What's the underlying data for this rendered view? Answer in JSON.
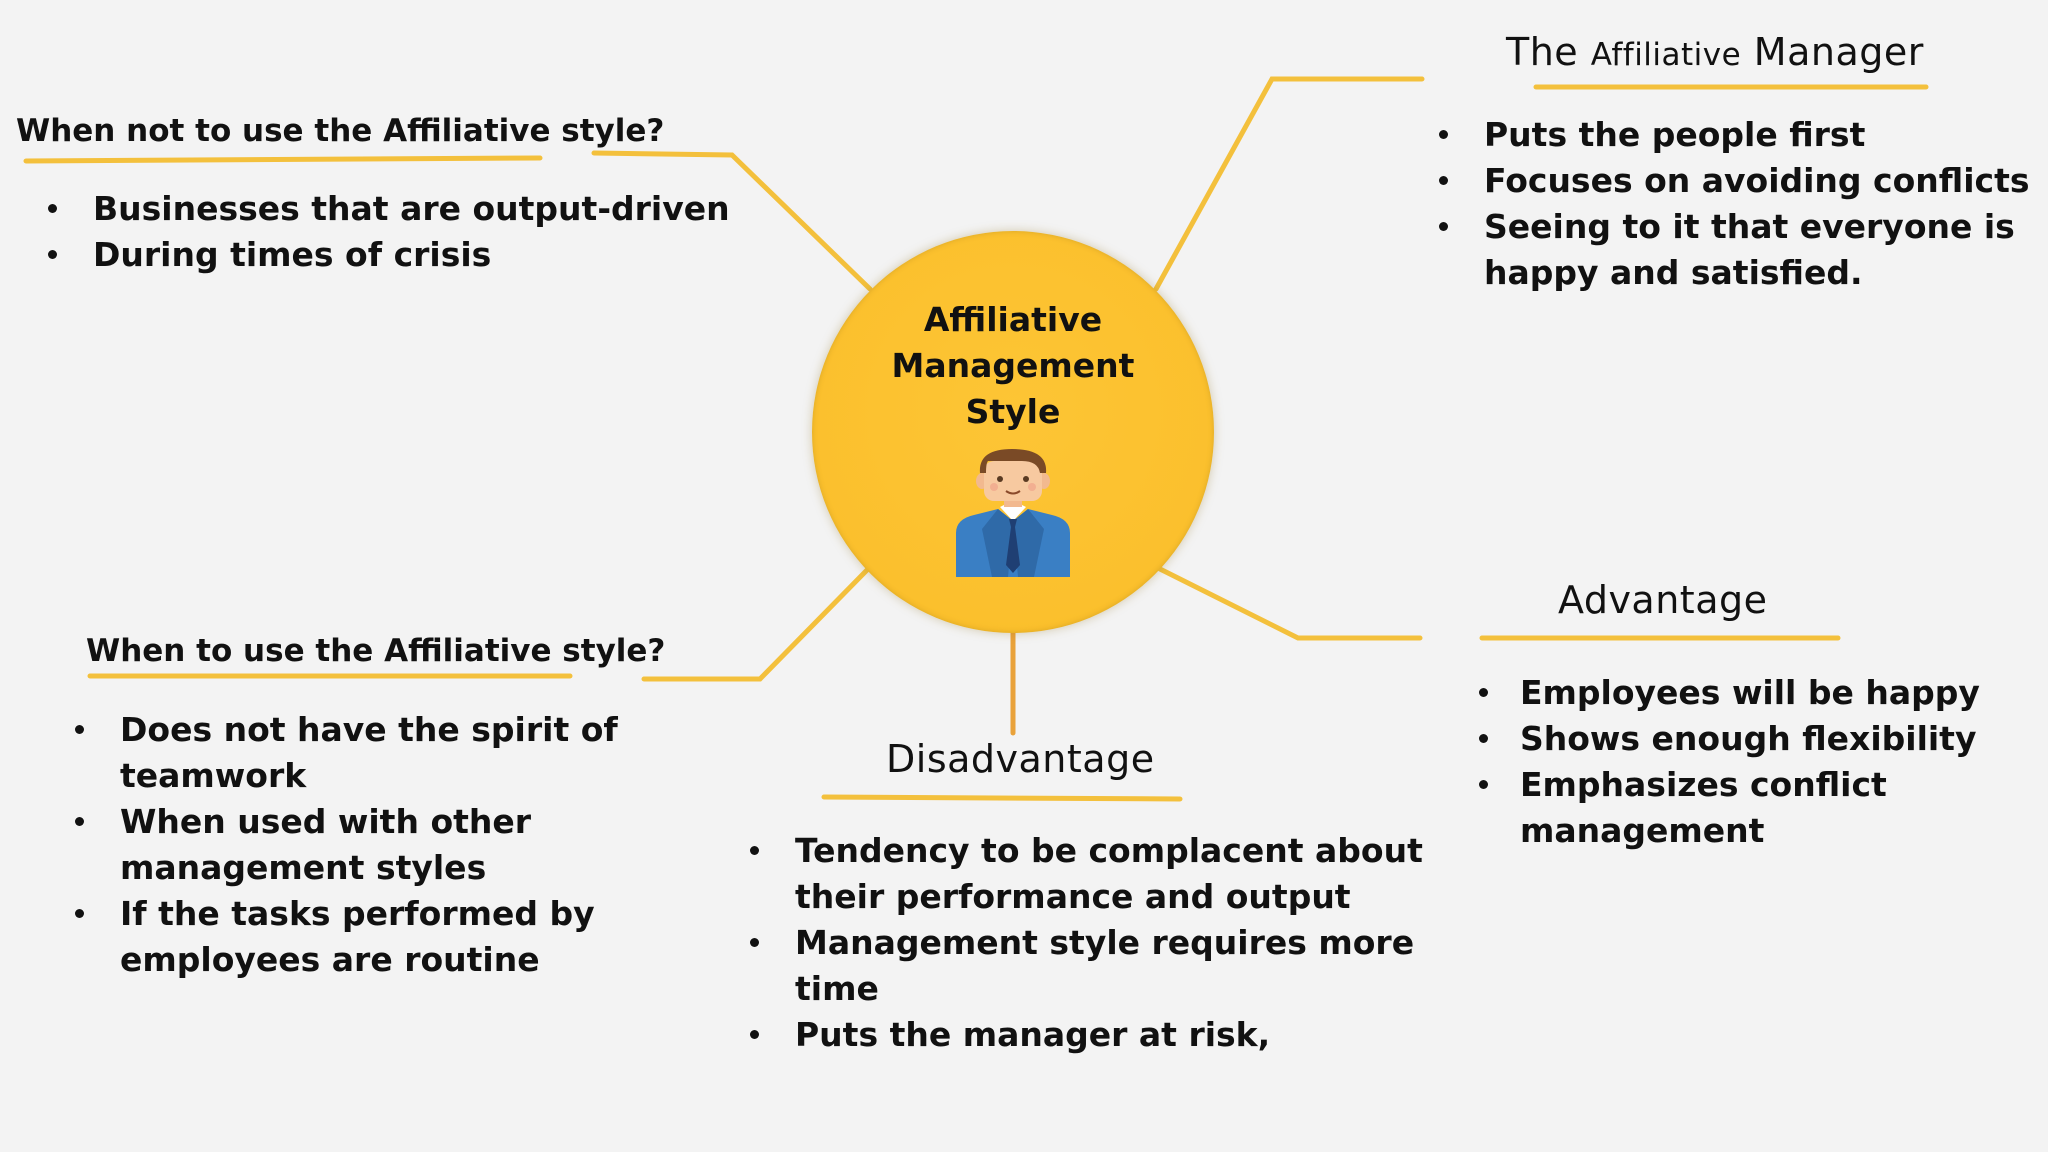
{
  "center": {
    "title_lines": [
      "Affiliative",
      "Management",
      "Style"
    ],
    "icon": "manager-avatar-icon",
    "color": "#fbc02d"
  },
  "connector_color": "#f3c03c",
  "connector_color_vertical": "#e9a23a",
  "top_right": {
    "heading_prefix": "The ",
    "heading_small": "Affiliative",
    "heading_suffix": " Manager",
    "items": [
      "Puts the people first",
      "Focuses on avoiding conflicts",
      "Seeing to it that everyone is",
      "happy and satisfied."
    ]
  },
  "top_left": {
    "heading": "When not to use the Affiliative style?",
    "items": [
      "Businesses that are output-driven",
      "During times of crisis"
    ]
  },
  "bottom_left": {
    "heading": "When to use the Affiliative style?",
    "items": [
      "Does not have the spirit of",
      "teamwork",
      "When used with other",
      "management styles",
      "If the tasks performed by",
      "employees are routine"
    ]
  },
  "bottom_right": {
    "heading": "Advantage",
    "items": [
      "Employees will be happy",
      "Shows enough flexibility",
      "Emphasizes conflict management"
    ]
  },
  "bottom_center": {
    "heading": "Disadvantage",
    "items": [
      "Tendency to be complacent about",
      "their performance and output",
      "Management style requires more",
      "time",
      "Puts the manager at risk,"
    ]
  }
}
